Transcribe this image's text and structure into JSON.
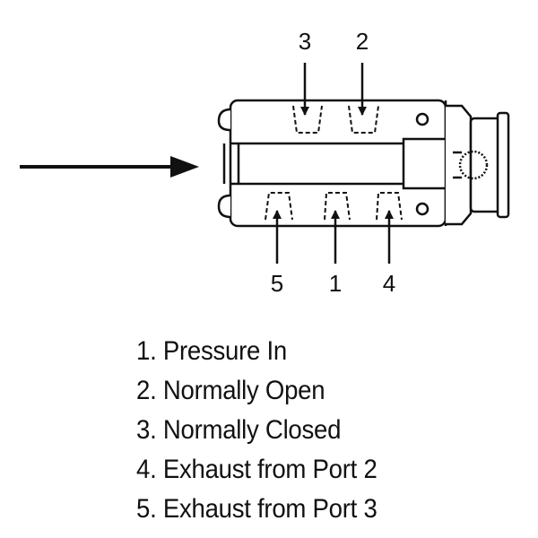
{
  "callouts": {
    "top_left": "3",
    "top_right": "2",
    "bottom_left": "5",
    "bottom_middle": "1",
    "bottom_right": "4"
  },
  "legend": [
    "1. Pressure In",
    "2. Normally Open",
    "3. Normally Closed",
    "4. Exhaust from Port 2",
    "5. Exhaust from Port 3"
  ]
}
